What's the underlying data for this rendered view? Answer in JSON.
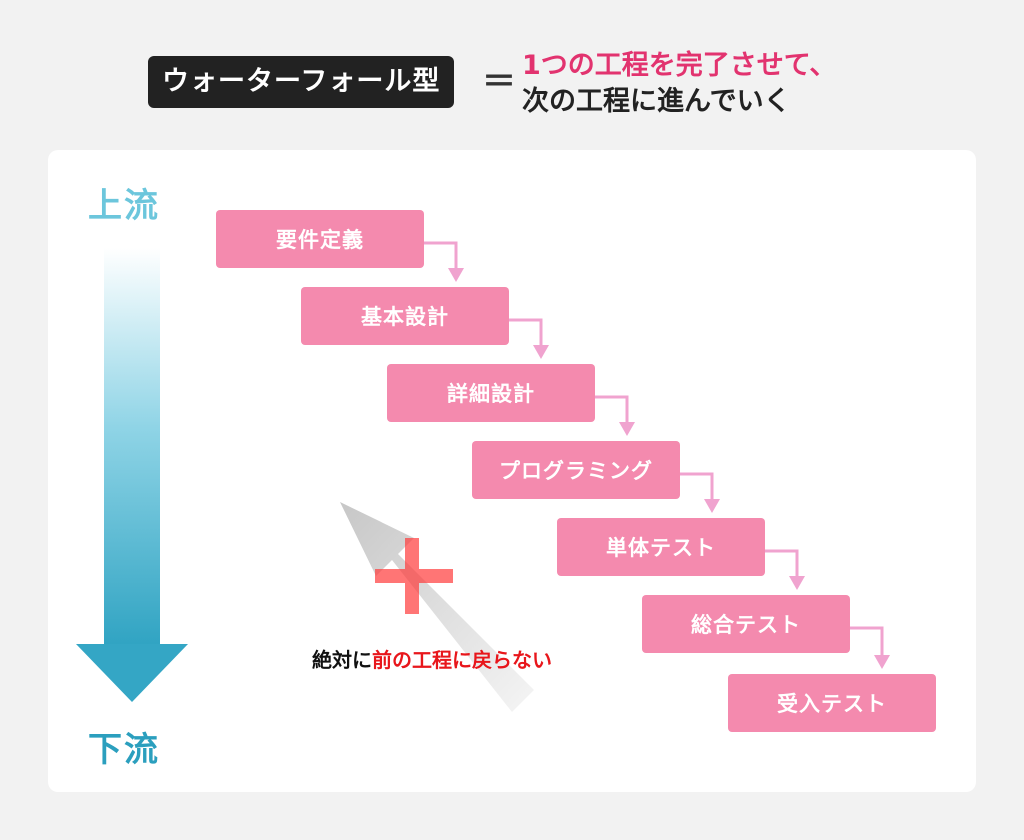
{
  "header": {
    "label": "ウォーターフォール型",
    "equals": "＝",
    "description_line1": "1つの工程を完了させて、",
    "description_line2": "次の工程に進んでいく"
  },
  "diagram": {
    "upstream_label": "上流",
    "downstream_label": "下流",
    "steps": [
      {
        "label": "要件定義"
      },
      {
        "label": "基本設計"
      },
      {
        "label": "詳細設計"
      },
      {
        "label": "プログラミング"
      },
      {
        "label": "単体テスト"
      },
      {
        "label": "総合テスト"
      },
      {
        "label": "受入テスト"
      }
    ],
    "note_black": "絶対に",
    "note_red": "前の工程に戻らない"
  },
  "colors": {
    "step_fill": "#f48aae",
    "connector": "#f0a3cf",
    "upstream_text": "#6cc6dc",
    "downstream_text": "#2b9fbe",
    "accent_pink": "#e2336f",
    "prohibit_red": "#e8161b"
  }
}
